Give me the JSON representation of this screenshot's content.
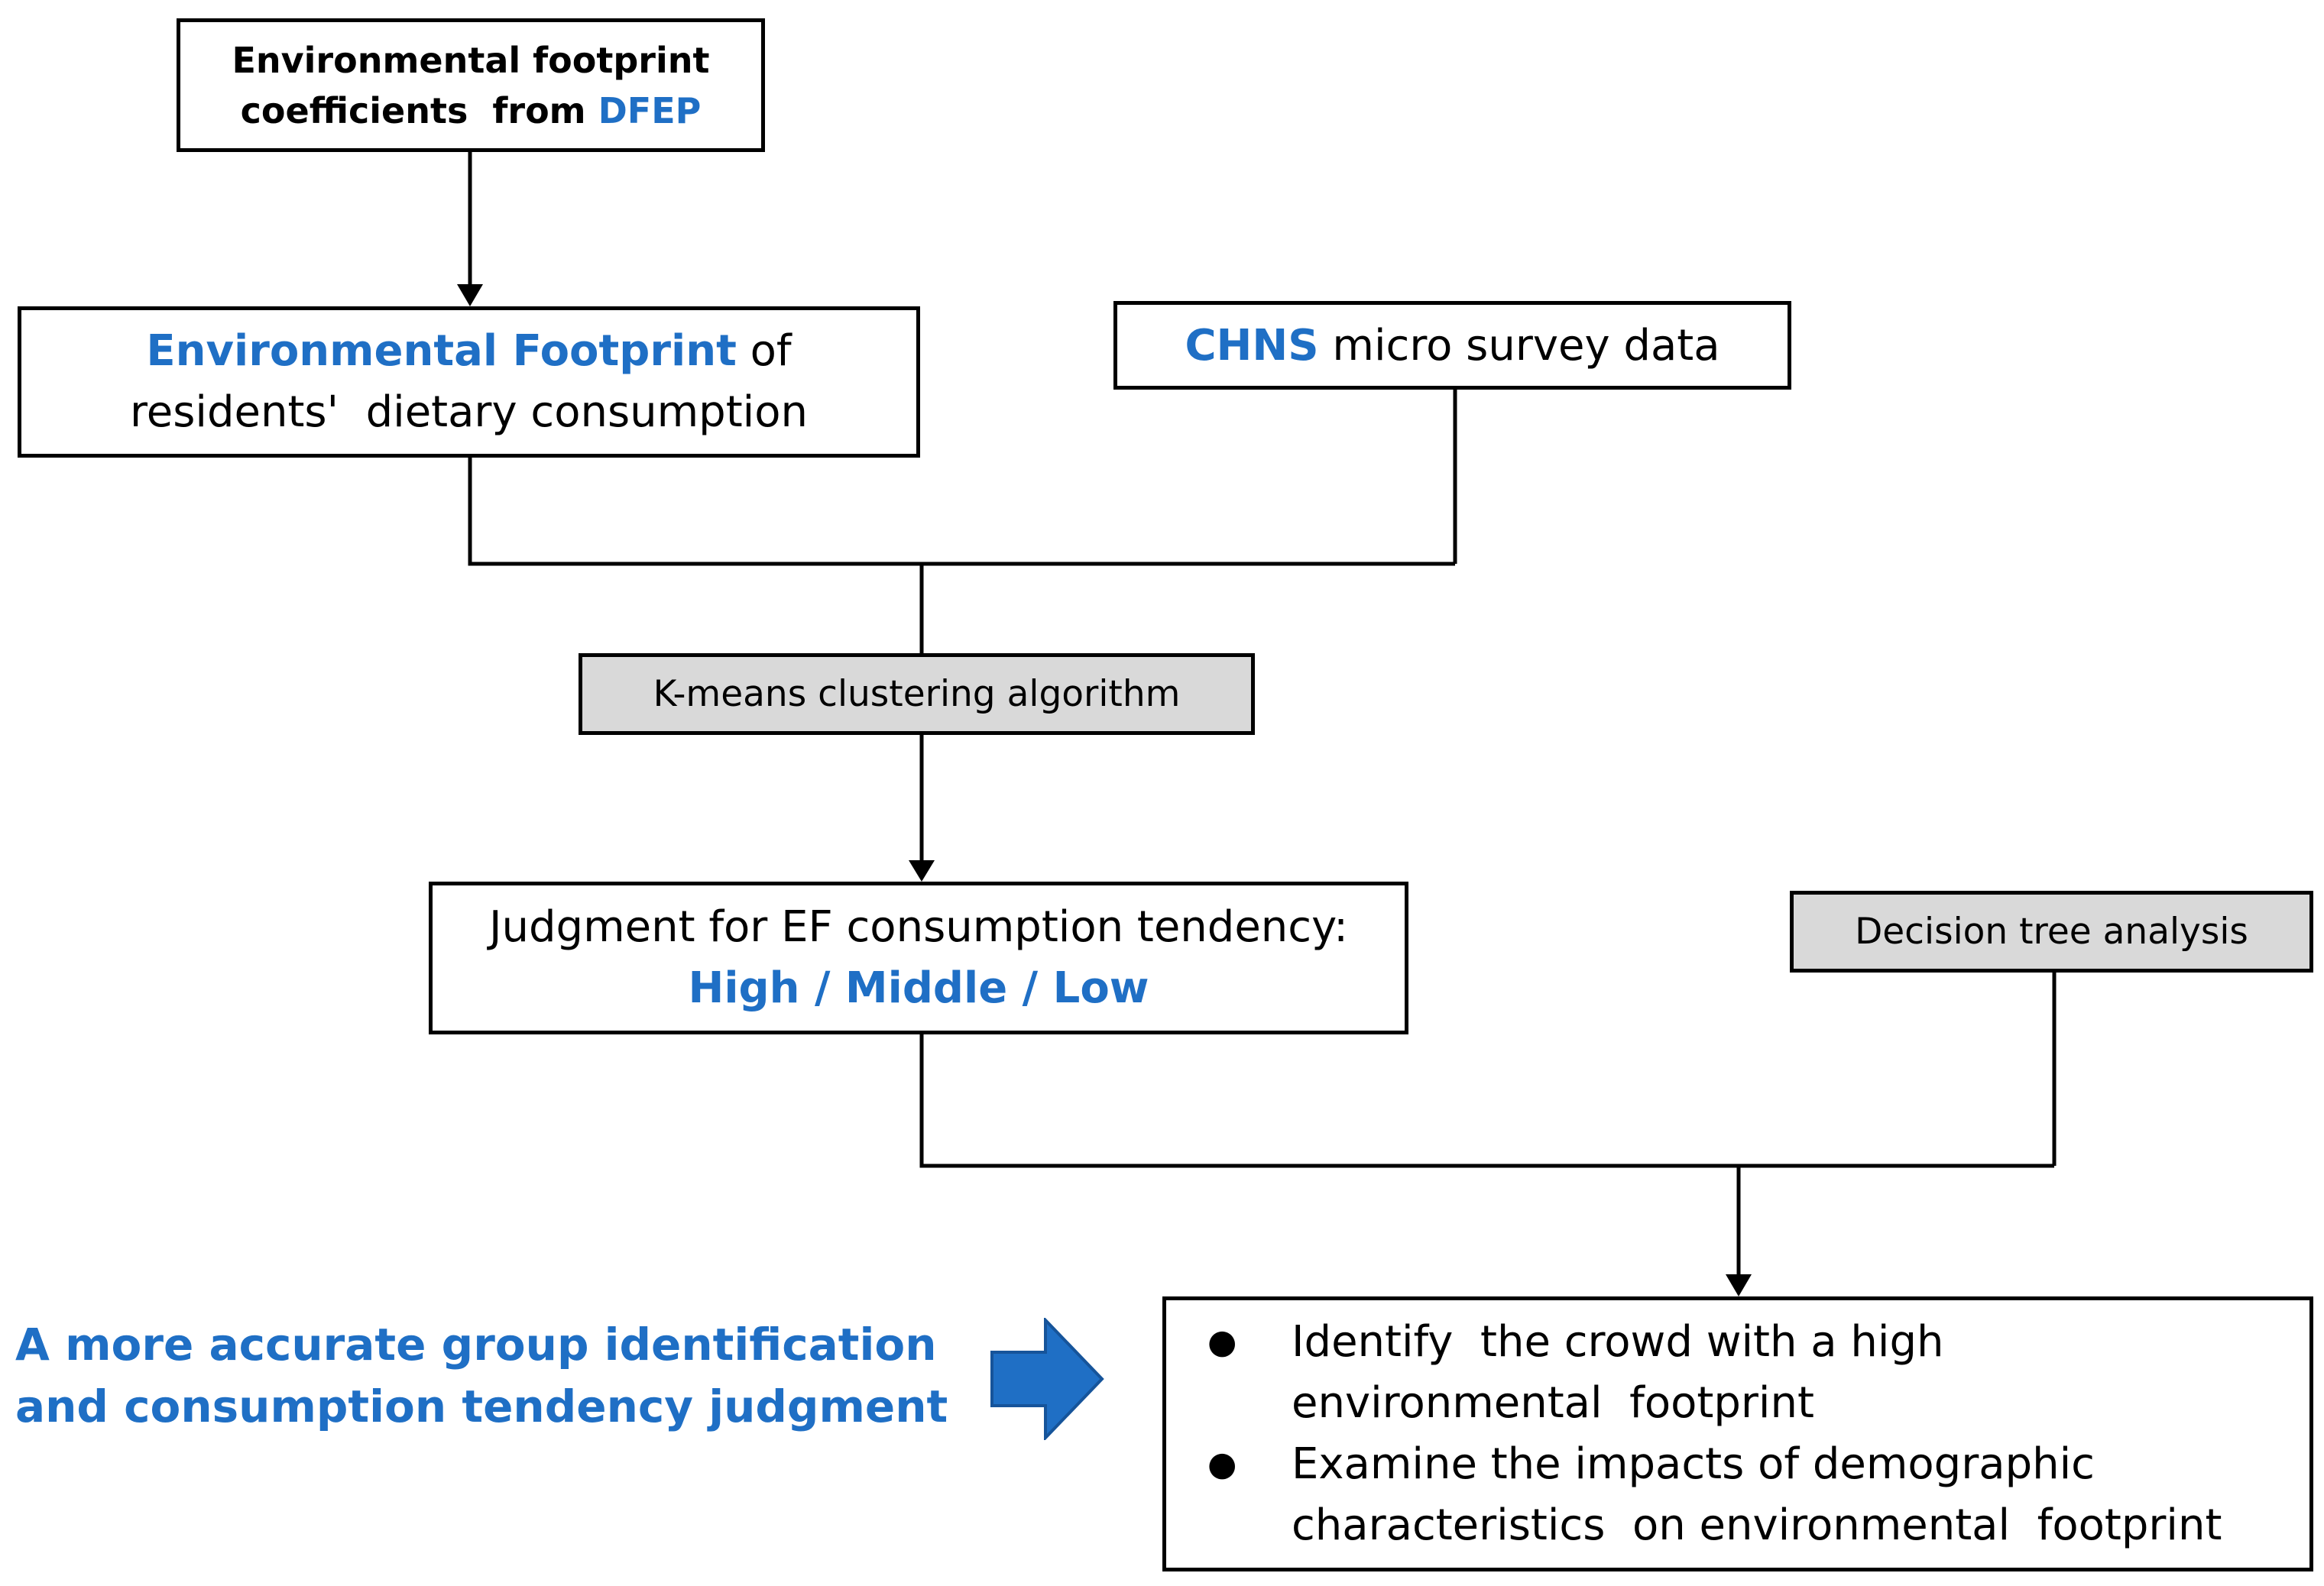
{
  "colors": {
    "accent_blue": "#1f6fc5",
    "box_gray": "#d9d9d9",
    "line_black": "#000000"
  },
  "nodes": {
    "ef_coefficients": {
      "line1": "Environmental footprint",
      "line2_prefix": "coefficients  from ",
      "line2_highlight": "DFEP"
    },
    "environmental_footprint": {
      "line1_highlight": "Environmental Footprint",
      "line1_suffix": " of",
      "line2": "residents'  dietary consumption"
    },
    "chns": {
      "highlight": "CHNS",
      "suffix": " micro survey data"
    },
    "kmeans": {
      "label": "K-means clustering algorithm"
    },
    "judgment": {
      "line1": "Judgment for EF consumption tendency:",
      "line2_highlight": "High / Middle / Low"
    },
    "decision_tree": {
      "label": "Decision tree analysis"
    },
    "outcomes": {
      "bullet_symbol": "●",
      "items": [
        {
          "line1": "Identify  the crowd with a high",
          "line2": "environmental  footprint"
        },
        {
          "line1": "Examine the impacts of demographic",
          "line2": "characteristics  on environmental  footprint"
        }
      ]
    }
  },
  "conclusion": {
    "line1": "A more accurate group identification",
    "line2": "and consumption tendency judgment"
  },
  "icons": {
    "block_arrow": "right-block-arrow-icon"
  }
}
